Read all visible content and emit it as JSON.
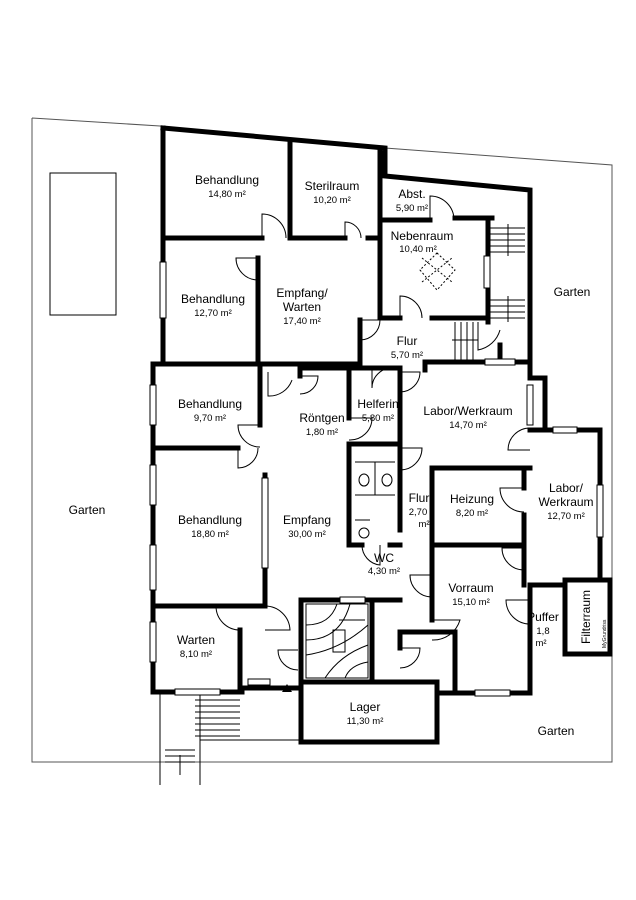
{
  "rooms": [
    {
      "id": "behandlung-1",
      "name": "Behandlung",
      "area": "14,80 m²"
    },
    {
      "id": "sterilraum",
      "name": "Sterilraum",
      "area": "10,20 m²"
    },
    {
      "id": "abst",
      "name": "Abst.",
      "area": "5,90 m²"
    },
    {
      "id": "nebenraum",
      "name": "Nebenraum",
      "area": "10,40 m²"
    },
    {
      "id": "behandlung-2",
      "name": "Behandlung",
      "area": "12,70 m²"
    },
    {
      "id": "empfang-warten",
      "name_line1": "Empfang/",
      "name_line2": "Warten",
      "area": "17,40 m²"
    },
    {
      "id": "flur-1",
      "name": "Flur",
      "area": "5,70 m²"
    },
    {
      "id": "behandlung-3",
      "name": "Behandlung",
      "area": "9,70 m²"
    },
    {
      "id": "roentgen",
      "name": "Röntgen",
      "area": "1,80 m²"
    },
    {
      "id": "helferin",
      "name": "Helferin",
      "area": "5,80 m²"
    },
    {
      "id": "labor-1",
      "name": "Labor/Werkraum",
      "area": "14,70 m²"
    },
    {
      "id": "behandlung-4",
      "name": "Behandlung",
      "area": "18,80 m²"
    },
    {
      "id": "empfang",
      "name": "Empfang",
      "area": "30,00 m²"
    },
    {
      "id": "flur-2",
      "name": "Flur",
      "area_line1": "2,70",
      "area_line2": "m²"
    },
    {
      "id": "heizung",
      "name": "Heizung",
      "area": "8,20 m²"
    },
    {
      "id": "labor-2",
      "name_line1": "Labor/",
      "name_line2": "Werkraum",
      "area": "12,70 m²"
    },
    {
      "id": "wc",
      "name": "WC",
      "area": "4,30 m²"
    },
    {
      "id": "vorraum",
      "name": "Vorraum",
      "area": "15,10 m²"
    },
    {
      "id": "puffer",
      "name": "Puffer",
      "area_line1": "1,8",
      "area_line2": "m²"
    },
    {
      "id": "filterraum",
      "name": "Filterraum"
    },
    {
      "id": "warten",
      "name": "Warten",
      "area": "8,10 m²"
    },
    {
      "id": "lager",
      "name": "Lager",
      "area": "11,30 m²"
    }
  ],
  "outside": {
    "garden_left": "Garten",
    "garden_right": "Garten",
    "garden_bottom": "Garten"
  },
  "watermark": "MyGrundriss"
}
